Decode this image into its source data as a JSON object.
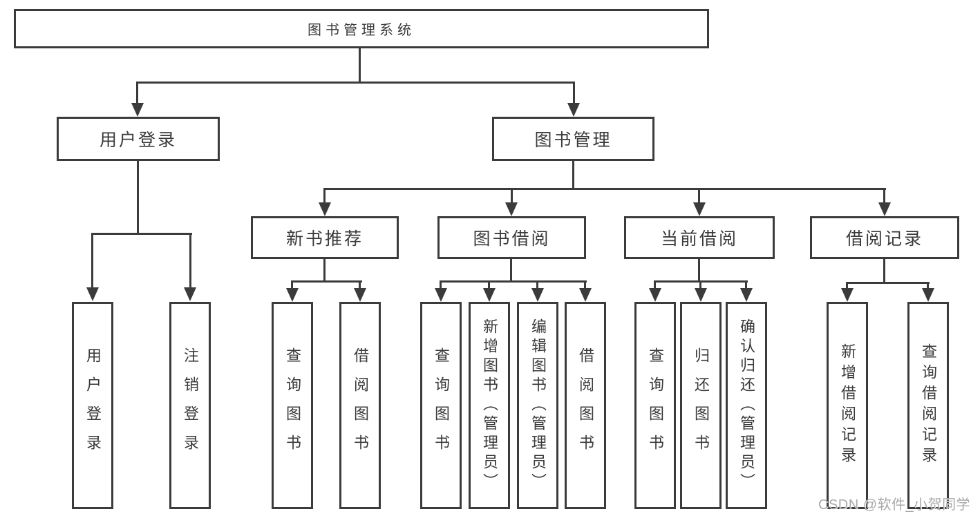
{
  "diagram_title": "图书管理系统",
  "nodes": {
    "root": "图书管理系统",
    "user_login": "用户登录",
    "book_management": "图书管理",
    "new_book_recommend": "新书推荐",
    "book_borrowing": "图书借阅",
    "current_borrowing": "当前借阅",
    "borrowing_records": "借阅记录",
    "leaf_user_login": "用户登录",
    "leaf_logout_login": "注销登录",
    "leaf_nb_query_books": "查询图书",
    "leaf_nb_borrow_books": "借阅图书",
    "leaf_bb_query_books": "查询图书",
    "leaf_bb_add_books_admin": "新增图书（管理员）",
    "leaf_bb_edit_books_admin": "编辑图书（管理员）",
    "leaf_bb_borrow_books": "借阅图书",
    "leaf_cb_query_books": "查询图书",
    "leaf_cb_return_books": "归还图书",
    "leaf_cb_confirm_return_admin": "确认归还（管理员）",
    "leaf_br_new_record": "新增借阅记录",
    "leaf_br_query_record": "查询借阅记录"
  },
  "hierarchy": {
    "图书管理系统": [
      "用户登录",
      "图书管理"
    ],
    "用户登录": [
      "用户登录",
      "注销登录"
    ],
    "图书管理": [
      "新书推荐",
      "图书借阅",
      "当前借阅",
      "借阅记录"
    ],
    "新书推荐": [
      "查询图书",
      "借阅图书"
    ],
    "图书借阅": [
      "查询图书",
      "新增图书（管理员）",
      "编辑图书（管理员）",
      "借阅图书"
    ],
    "当前借阅": [
      "查询图书",
      "归还图书",
      "确认归还（管理员）"
    ],
    "借阅记录": [
      "新增借阅记录",
      "查询借阅记录"
    ]
  },
  "watermark": "CSDN @软件_小贺同学",
  "colors": {
    "line": "#3b3b3b",
    "text": "#3a3a3a",
    "watermark": "#a9a9a9",
    "background": "#ffffff"
  }
}
